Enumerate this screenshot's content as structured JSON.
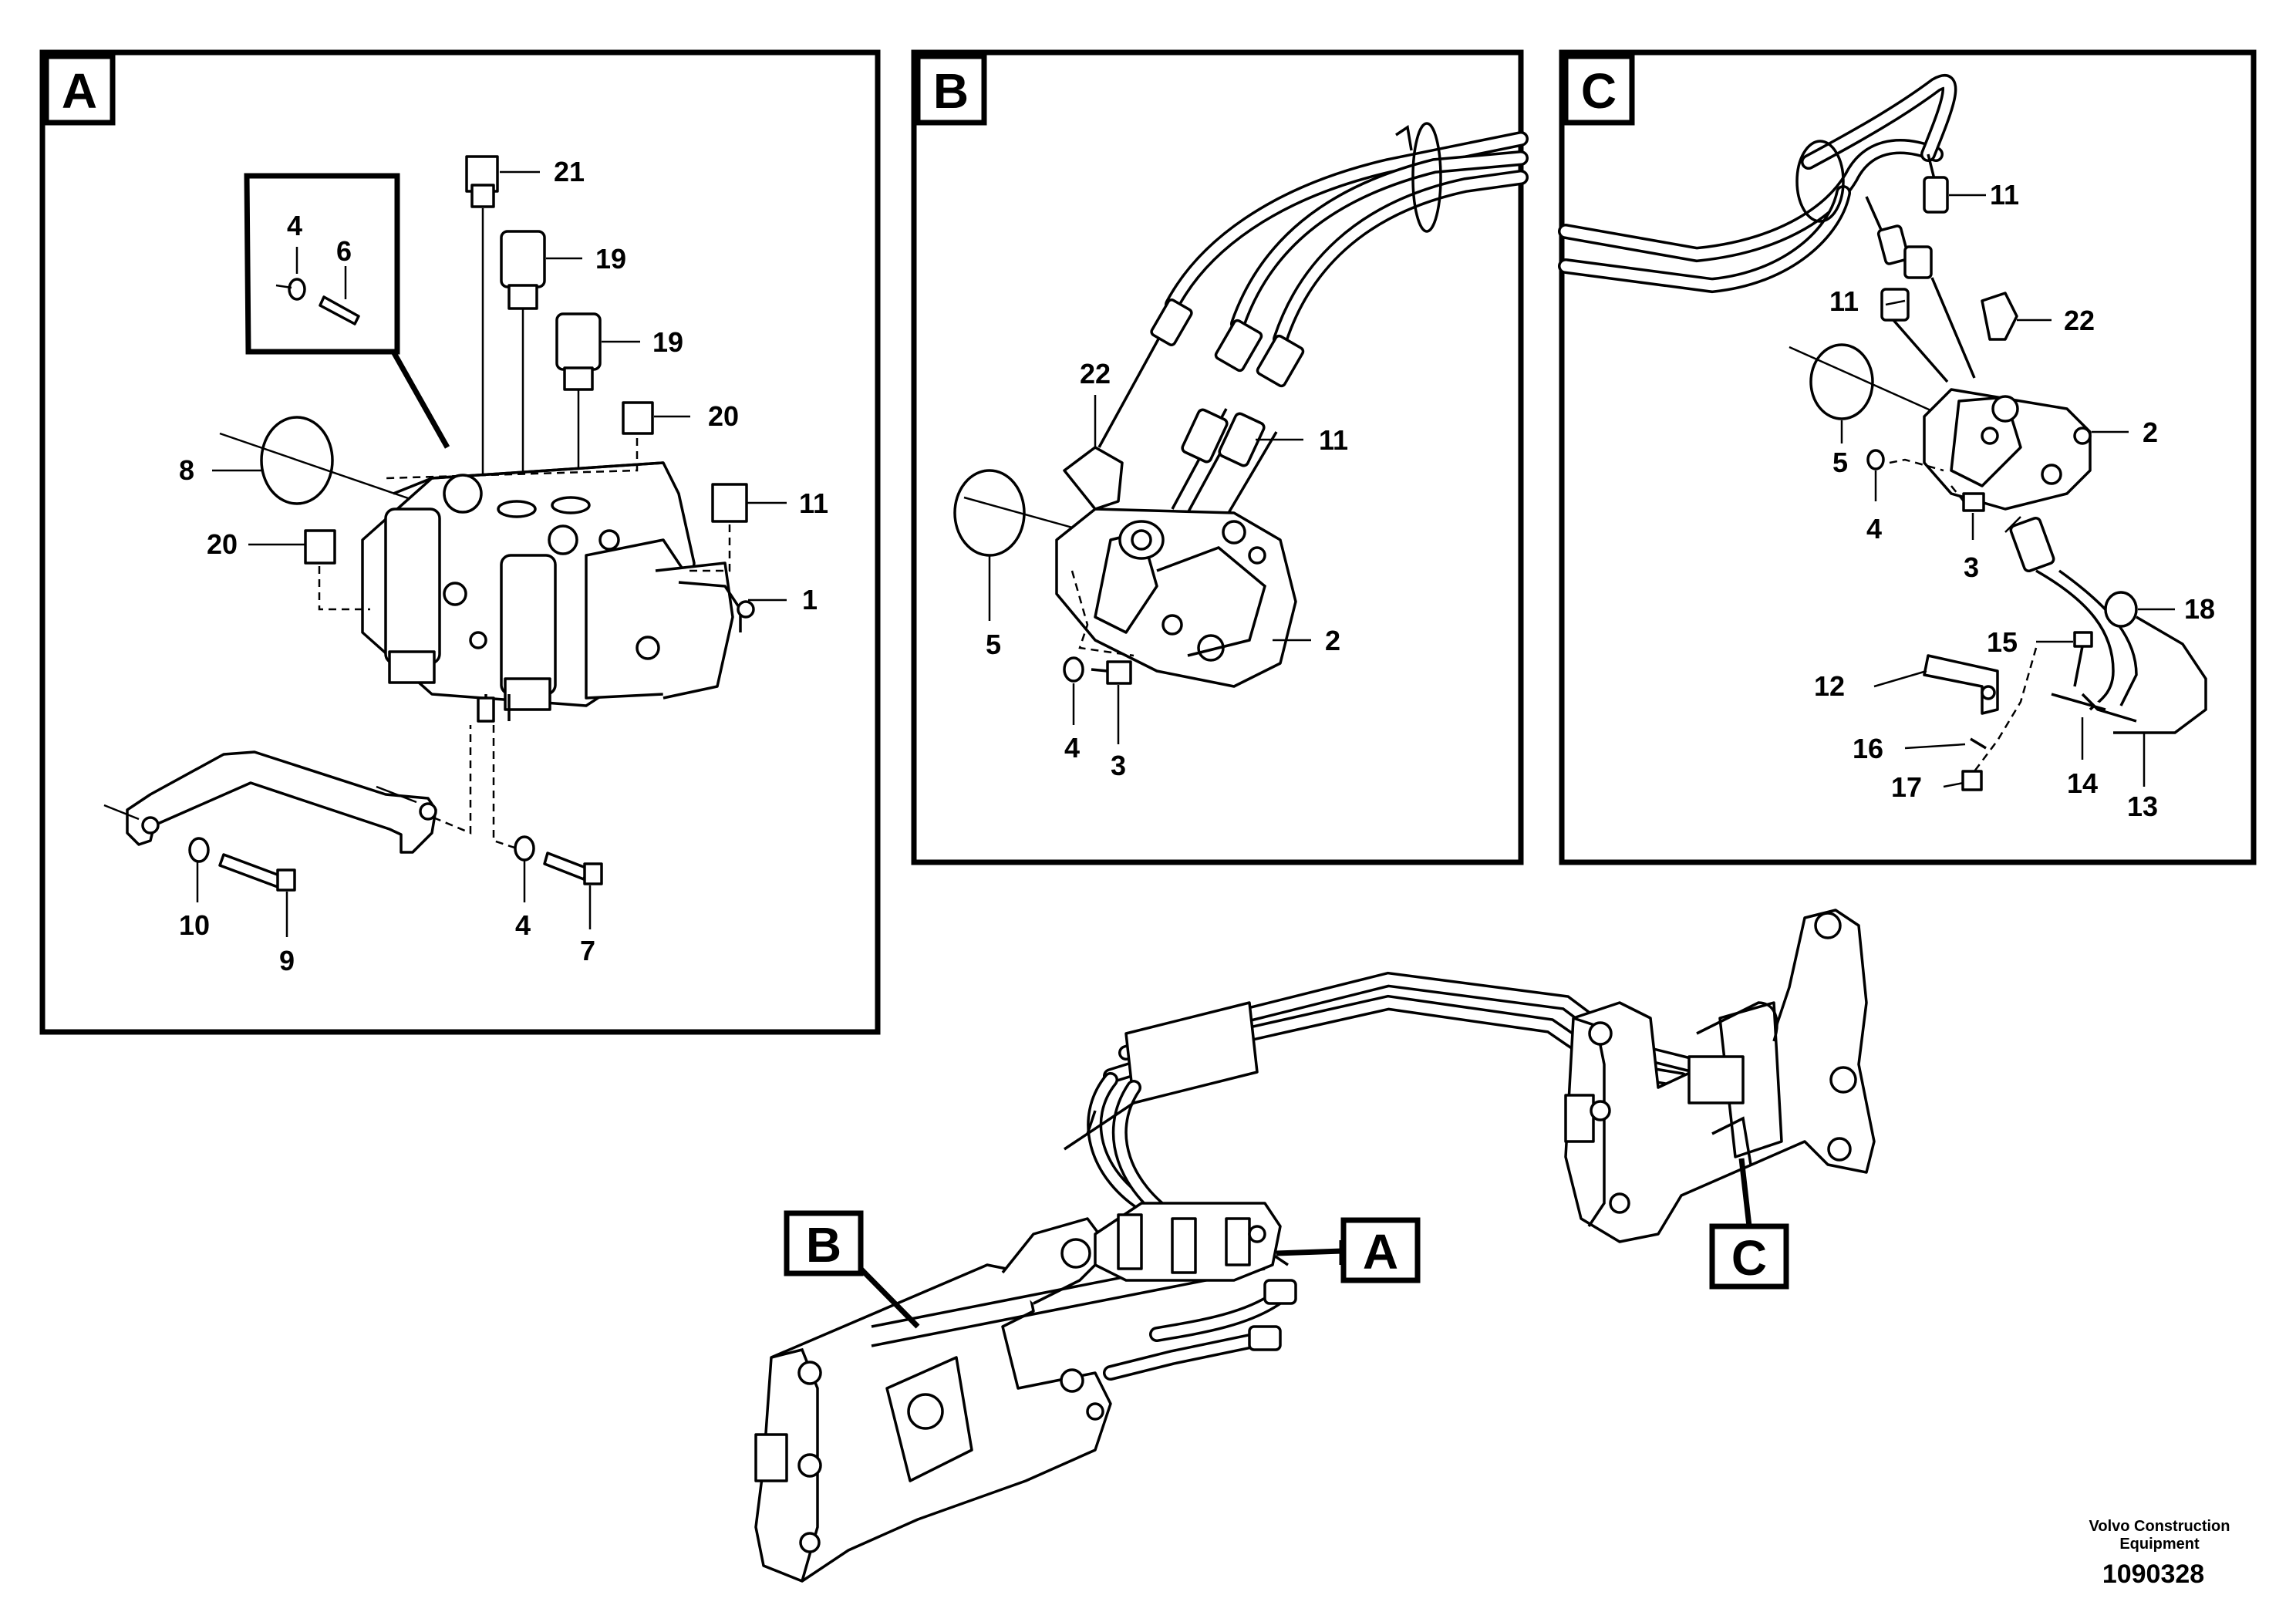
{
  "panels": {
    "A": {
      "tag": "A",
      "labels": {
        "l21": "21",
        "l4": "4",
        "l6": "6",
        "l19a": "19",
        "l19b": "19",
        "l20a": "20",
        "l8": "8",
        "l11": "11",
        "l20b": "20",
        "l1": "1",
        "l10": "10",
        "l9": "9",
        "l4b": "4",
        "l7": "7"
      }
    },
    "B": {
      "tag": "B",
      "labels": {
        "l22": "22",
        "l11": "11",
        "l5": "5",
        "l2": "2",
        "l4": "4",
        "l3": "3"
      }
    },
    "C": {
      "tag": "C",
      "labels": {
        "l11a": "11",
        "l11b": "11",
        "l22": "22",
        "l5": "5",
        "l2": "2",
        "l4": "4",
        "l3": "3",
        "l18": "18",
        "l15": "15",
        "l12": "12",
        "l16": "16",
        "l17": "17",
        "l14": "14",
        "l13": "13"
      }
    }
  },
  "overview": {
    "callout_b": "B",
    "callout_a": "A",
    "callout_c": "C"
  },
  "footer": {
    "company_line1": "Volvo Construction",
    "company_line2": "Equipment",
    "drawing_number": "1090328"
  }
}
